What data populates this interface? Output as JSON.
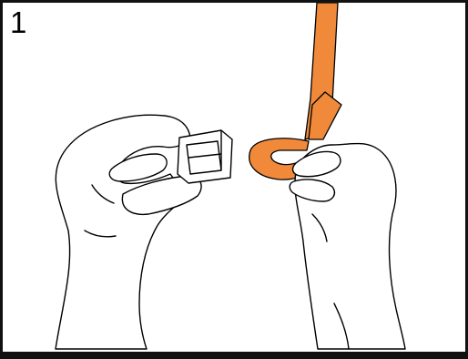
{
  "step": {
    "number": "1"
  },
  "colors": {
    "strap": "#f08a3a",
    "outline": "#000000",
    "frame": "#111111",
    "background": "#ffffff"
  },
  "illustration": {
    "elements": [
      "left-hand",
      "plastic-buckle",
      "right-hand",
      "orange-strap"
    ]
  }
}
